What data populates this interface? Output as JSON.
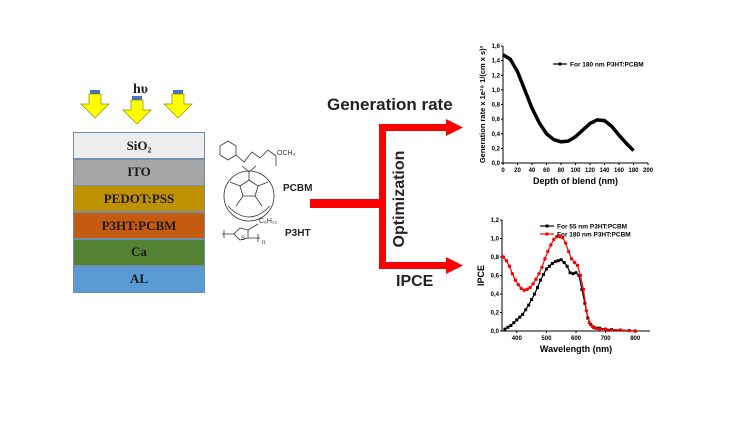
{
  "device": {
    "light_label": "hυ",
    "layers": [
      {
        "name": "SiO₂",
        "color": "#ededed"
      },
      {
        "name": "ITO",
        "color": "#a6a6a6"
      },
      {
        "name": "PEDOT:PSS",
        "color": "#bf9000"
      },
      {
        "name": "P3HT:PCBM",
        "color": "#c55a11"
      },
      {
        "name": "Ca",
        "color": "#548235"
      },
      {
        "name": "AL",
        "color": "#5b9bd5"
      }
    ]
  },
  "molecules": {
    "pcbm": "PCBM",
    "p3ht": "P3HT",
    "och3": "OCH₃",
    "c6h13": "C₆H₁₃",
    "n": "n",
    "s": "S"
  },
  "flow": {
    "generation_rate": "Generation rate",
    "optimization": "Optimization",
    "ipce": "IPCE",
    "arrow_color": "#ff0000"
  },
  "chart_data": [
    {
      "type": "line",
      "xlabel": "Depth of blend (nm)",
      "ylabel": "Generation rate x 1e²⁸ 1/(cm x s)³",
      "xlim": [
        0,
        200
      ],
      "ylim": [
        0,
        1.6
      ],
      "xticks": [
        0,
        20,
        40,
        60,
        80,
        100,
        120,
        140,
        160,
        180,
        200
      ],
      "yticks": [
        "0,0",
        "0,2",
        "0,4",
        "0,6",
        "0,8",
        "1,0",
        "1,2",
        "1,4",
        "1,6"
      ],
      "legend_position": "top-right",
      "series": [
        {
          "name": "For 180 nm P3HT:PCBM",
          "color": "#000000",
          "x": [
            0,
            10,
            20,
            30,
            40,
            50,
            60,
            70,
            80,
            90,
            100,
            110,
            120,
            130,
            140,
            150,
            160,
            170,
            180
          ],
          "y": [
            1.48,
            1.42,
            1.25,
            1.0,
            0.75,
            0.55,
            0.4,
            0.32,
            0.29,
            0.3,
            0.36,
            0.45,
            0.54,
            0.59,
            0.58,
            0.5,
            0.38,
            0.27,
            0.17
          ]
        }
      ]
    },
    {
      "type": "line",
      "xlabel": "Wavelength (nm)",
      "ylabel": "IPCE",
      "xlim": [
        350,
        850
      ],
      "ylim": [
        0,
        1.2
      ],
      "xticks": [
        400,
        500,
        600,
        700,
        800
      ],
      "yticks": [
        "0,0",
        "0,2",
        "0,4",
        "0,6",
        "0,8",
        "1,0",
        "1,2"
      ],
      "legend_position": "top-right",
      "series": [
        {
          "name": "For 55 nm P3HT:PCBM",
          "color": "#000000",
          "x": [
            360,
            370,
            380,
            390,
            400,
            410,
            420,
            430,
            440,
            450,
            460,
            470,
            480,
            490,
            500,
            510,
            520,
            530,
            540,
            550,
            560,
            570,
            580,
            590,
            600,
            610,
            620,
            630,
            640,
            650,
            660,
            670,
            680,
            700,
            720,
            750,
            780,
            800
          ],
          "y": [
            0.02,
            0.04,
            0.06,
            0.09,
            0.12,
            0.15,
            0.18,
            0.23,
            0.28,
            0.34,
            0.4,
            0.47,
            0.55,
            0.61,
            0.67,
            0.7,
            0.73,
            0.75,
            0.76,
            0.77,
            0.74,
            0.7,
            0.63,
            0.62,
            0.63,
            0.6,
            0.45,
            0.3,
            0.14,
            0.07,
            0.04,
            0.03,
            0.03,
            0.02,
            0.015,
            0.01,
            0.005,
            0.0
          ]
        },
        {
          "name": "For 180 nm P3HT:PCBM",
          "color": "#ff0000",
          "x": [
            355,
            365,
            375,
            385,
            395,
            405,
            415,
            425,
            435,
            445,
            455,
            465,
            475,
            485,
            495,
            505,
            515,
            525,
            535,
            545,
            555,
            565,
            575,
            585,
            595,
            605,
            615,
            625,
            635,
            645,
            655,
            665,
            680,
            700,
            720,
            750,
            780,
            800
          ],
          "y": [
            0.8,
            0.76,
            0.7,
            0.62,
            0.55,
            0.5,
            0.46,
            0.44,
            0.45,
            0.47,
            0.51,
            0.56,
            0.62,
            0.69,
            0.78,
            0.86,
            0.93,
            0.99,
            1.02,
            1.02,
            1.01,
            0.95,
            0.86,
            0.78,
            0.74,
            0.71,
            0.6,
            0.45,
            0.22,
            0.09,
            0.05,
            0.03,
            0.02,
            0.015,
            0.01,
            0.01,
            0.005,
            0.0
          ]
        }
      ]
    }
  ]
}
